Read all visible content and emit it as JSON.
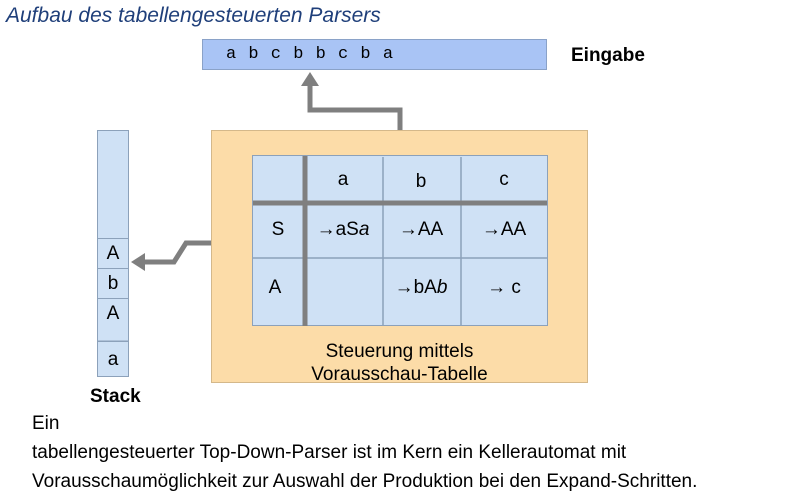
{
  "title": "Aufbau des tabellengesteuerten Parsers",
  "input": {
    "tape": "a b c b b c b a",
    "label": "Eingabe"
  },
  "table": {
    "column_headers": [
      "a",
      "b",
      "c"
    ],
    "rows": [
      {
        "symbol": "S",
        "cells": [
          "→aSa",
          "→AA",
          "→AA"
        ]
      },
      {
        "symbol": "A",
        "cells": [
          "",
          "→bAb",
          "→ c"
        ]
      }
    ]
  },
  "control": {
    "caption_line1": "Steuerung mittels",
    "caption_line2": "Vorausschau-Tabelle"
  },
  "stack": {
    "items": [
      "A",
      "b",
      "A",
      "a"
    ],
    "label": "Stack"
  },
  "description": {
    "line1": "Ein",
    "line2": "tabellengesteuerter Top-Down-Parser ist im Kern ein Kellerautomat mit",
    "line3": "Vorausschaumöglichkeit zur Auswahl der Produktion bei den Expand-Schritten."
  },
  "colors": {
    "title": "#1f3f7a",
    "input_fill": "#a9c4f5",
    "control_fill": "#fcdca8",
    "table_fill": "#cfe1f5",
    "stack_fill": "#cfe1f5",
    "arrow": "#7f7f7f"
  }
}
